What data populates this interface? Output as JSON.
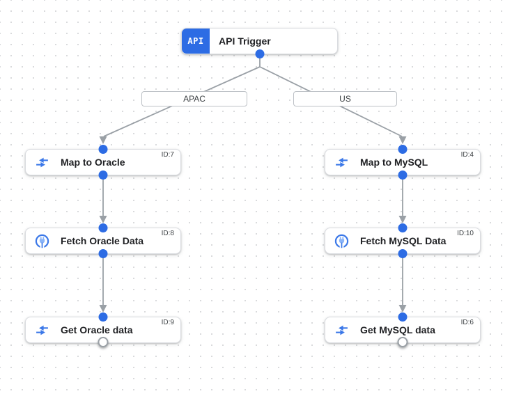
{
  "app": {
    "view": "integration-workflow-canvas"
  },
  "colors": {
    "accent_blue": "#2d6ce4",
    "icon_blue": "#3b78e8",
    "icon_blue_light": "#8ab4f8",
    "edge_gray": "#9aa0a6",
    "node_border": "#dadce0",
    "label_border": "#bdc1c6",
    "grid_dot": "#d9dadc",
    "title_text": "#202124",
    "id_text": "#3c4043"
  },
  "trigger": {
    "badge": "API",
    "title": "API Trigger"
  },
  "branches": [
    {
      "label": "APAC"
    },
    {
      "label": "US"
    }
  ],
  "nodes": [
    {
      "title": "Map to Oracle",
      "id": "ID:7",
      "icon": "data-mapping-icon"
    },
    {
      "title": "Fetch Oracle Data",
      "id": "ID:8",
      "icon": "connector-icon"
    },
    {
      "title": "Get Oracle data",
      "id": "ID:9",
      "icon": "data-mapping-icon"
    },
    {
      "title": "Map to MySQL",
      "id": "ID:4",
      "icon": "data-mapping-icon"
    },
    {
      "title": "Fetch MySQL Data",
      "id": "ID:10",
      "icon": "connector-icon"
    },
    {
      "title": "Get MySQL data",
      "id": "ID:6",
      "icon": "data-mapping-icon"
    }
  ]
}
